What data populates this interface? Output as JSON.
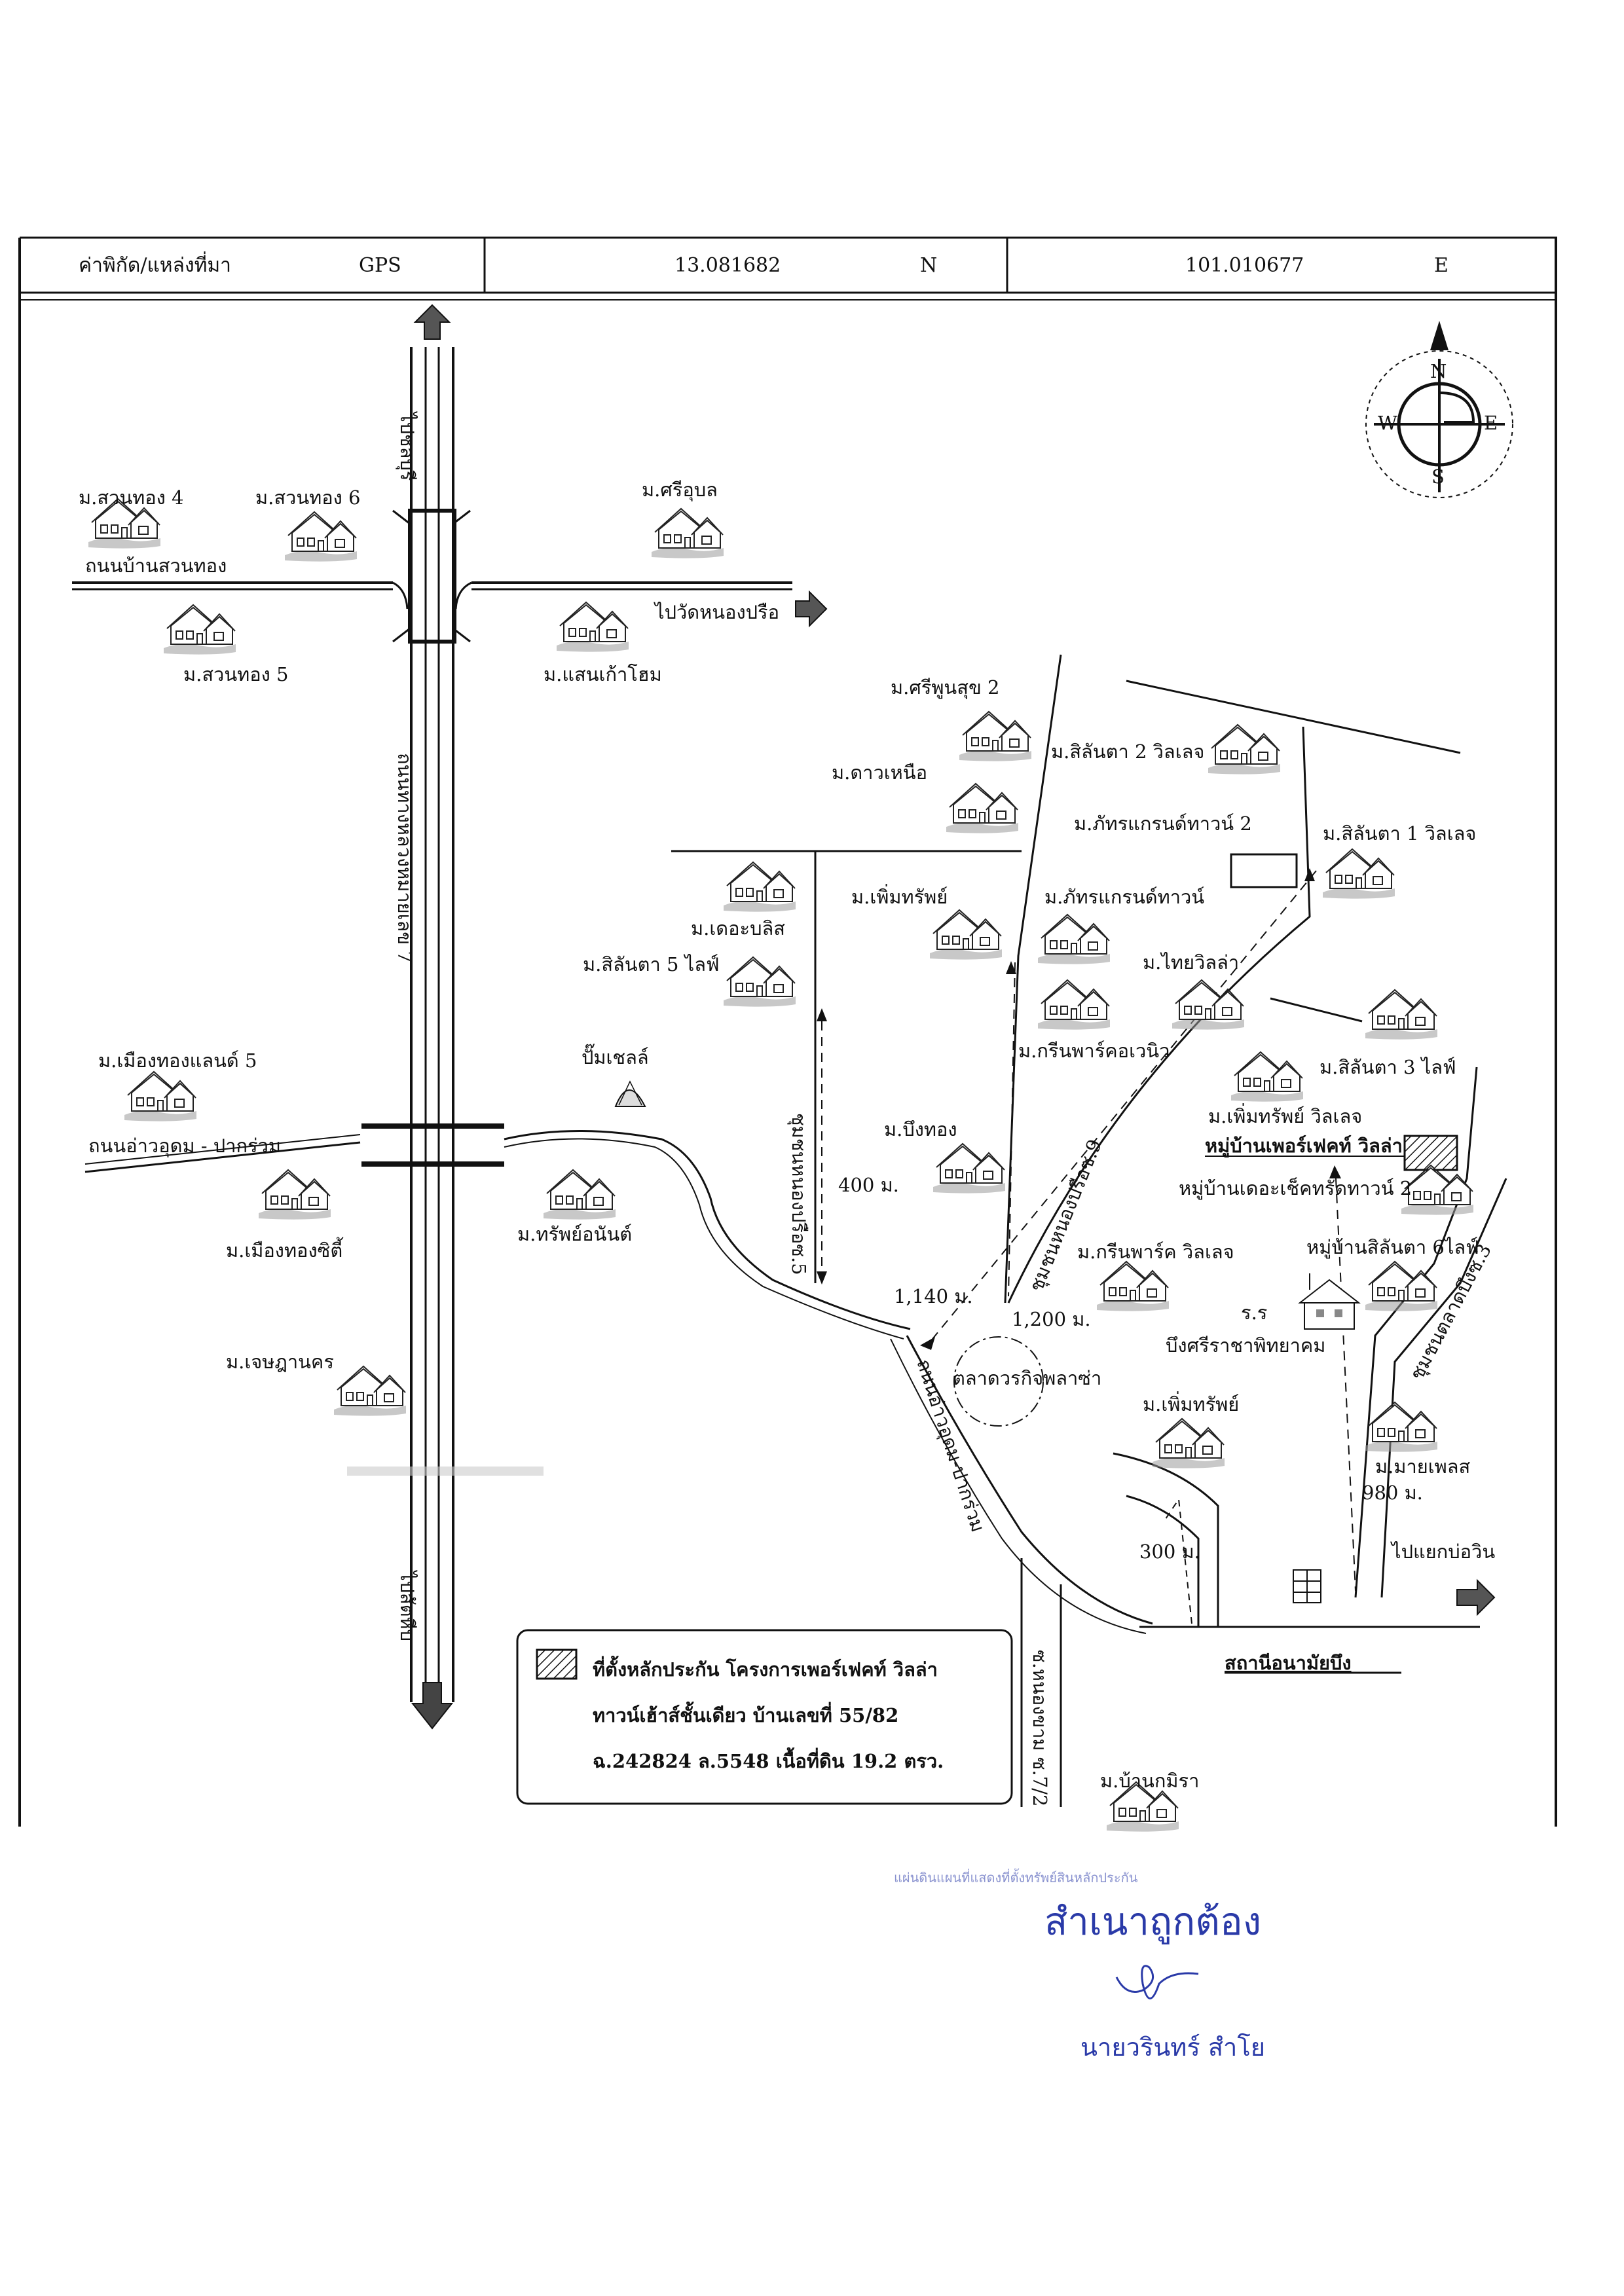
{
  "header": {
    "coord_label": "ค่าพิกัด/แหล่งที่มา",
    "source": "GPS",
    "latitude": "13.081682",
    "lat_dir": "N",
    "longitude": "101.010677",
    "lon_dir": "E"
  },
  "compass": {
    "n": "N",
    "s": "S",
    "e": "E",
    "w": "W"
  },
  "roads": {
    "to_chonburi": "ไปชลบุรี",
    "to_sattahip": "ไปสัตหีบ",
    "highway7": "ถนนทางหลวงหมายเลข 7",
    "ban_suan_thong": "ถนนบ้านสวนทอง",
    "to_wat_nong_prue": "ไปวัดหนองปรือ",
    "ao_udom_pak_ruam": "ถนนอ่าวอุดม - ปากร่วม",
    "ao_udom_vertical": "ถนนอ่าวอุดม-ปากร่วม",
    "chumchon_nong_prue_5": "ชุมชนหนองปรือซ.5",
    "chumchon_nong_prue_9": "ชุมชนหนองปรือซ.9",
    "chumchon_talad_bueng_3": "ชุมชนตลาดบึงซ.3",
    "nong_kham_72": "ซ.หนองขาม ซ.7/2",
    "to_bo_win": "ไปแยกบ่อวิน"
  },
  "distances": {
    "d400": "400 ม.",
    "d1140": "1,140 ม.",
    "d1200": "1,200 ม.",
    "d980": "980 ม.",
    "d300": "300 ม."
  },
  "places": {
    "suan_thong_4": "ม.สวนทอง 4",
    "suan_thong_6": "ม.สวนทอง 6",
    "suan_thong_5": "ม.สวนทอง 5",
    "sri_ubon": "ม.ศรีอุบล",
    "saen_kao_home": "ม.แสนเก้าโฮม",
    "sri_poonsuk_2": "ม.ศรีพูนสุข 2",
    "dao_nuea": "ม.ดาวเหนือ",
    "silanta_2": "ม.สิลันตา 2 วิลเลจ",
    "phattra_grand_2": "ม.ภัทรแกรนด์ทาวน์ 2",
    "silanta_1": "ม.สิลันตา 1 วิลเลจ",
    "the_bliss": "ม.เดอะบลิส",
    "silanta_5": "ม.สิลันตา 5 ไลฟ์",
    "permsap": "ม.เพิ่มทรัพย์",
    "phattra_grand": "ม.ภัทรแกรนด์ทาวน์",
    "thai_villa": "ม.ไทยวิลล่า",
    "green_park_avenue": "ม.กรีนพาร์คอเวนิว",
    "silanta_3": "ม.สิลันตา 3 ไลฟ์",
    "muang_thong_land_5": "ม.เมืองทองแลนด์ 5",
    "shell": "ปั๊มเชลล์",
    "bueng_thong": "ม.บึงทอง",
    "permsap_village": "ม.เพิ่มทรัพย์ วิลเลจ",
    "perfect_villa": "หมู่บ้านเพอร์เฟคท์ วิลล่า",
    "the_charter_2": "หมู่บ้านเดอะเช็คทรัดทาวน์ 2",
    "muang_thong_city": "ม.เมืองทองซิตี้",
    "sap_anan": "ม.ทรัพย์อนันต์",
    "green_park_village": "ม.กรีนพาร์ค วิลเลจ",
    "silanta_6": "หมู่บ้านสิลันตา 6ไลฟ์",
    "school_abbr": "ร.ร",
    "school_name": "บึงศรีราชาพิทยาคม",
    "jet_ta_nakhon": "ม.เจษฎานคร",
    "talad_plaza": "ตลาดวรกิจพลาซ่า",
    "permsap_2": "ม.เพิ่มทรัพย์",
    "my_place": "ม.มายเพลส",
    "health_station": "สถานีอนามัยบึง",
    "ban_kamira": "ม.บ้านกมิรา"
  },
  "legend": {
    "line1": "ที่ตั้งหลักประกัน โครงการเพอร์เฟคท์ วิลล่า",
    "line2": "ทาวน์เฮ้าส์ชั้นเดียว  บ้านเลขที่ 55/82",
    "line3": "ฉ.242824  ล.5548 เนื้อที่ดิน 19.2 ตรว."
  },
  "stamp": {
    "faint_line": "แผ่นดินแผนที่แสดงที่ตั้งทรัพย์สินหลักประกัน",
    "certified": "สำเนาถูกต้อง",
    "name": "นายวรินทร์ สำโย"
  }
}
